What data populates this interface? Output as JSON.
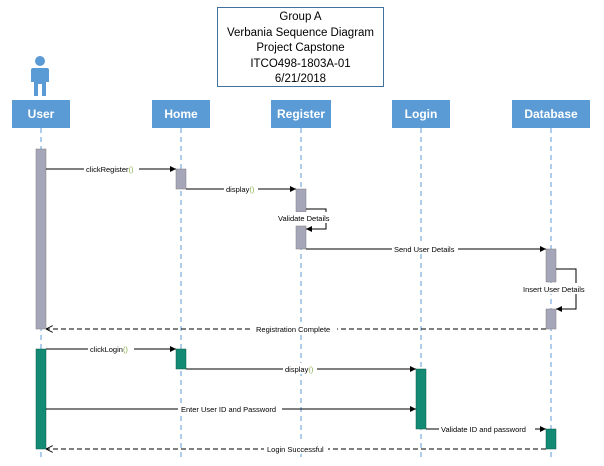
{
  "title": {
    "lines": [
      "Group A",
      "Verbania Sequence Diagram",
      "Project Capstone",
      "ITCO498-1803A-01",
      "6/21/2018"
    ]
  },
  "lifelines": [
    {
      "id": "user",
      "label": "User"
    },
    {
      "id": "home",
      "label": "Home"
    },
    {
      "id": "register",
      "label": "Register"
    },
    {
      "id": "login",
      "label": "Login"
    },
    {
      "id": "database",
      "label": "Database"
    }
  ],
  "messages": [
    {
      "id": "click-register",
      "label_name": "clickRegister",
      "label_suffix": "()",
      "from": "user",
      "to": "home",
      "style": "solid"
    },
    {
      "id": "display-register",
      "label_name": "display",
      "label_suffix": "()",
      "from": "home",
      "to": "register",
      "style": "solid"
    },
    {
      "id": "validate-details",
      "label_name": "Validate Details",
      "label_suffix": "",
      "from": "register",
      "to": "register",
      "style": "self"
    },
    {
      "id": "send-user-details",
      "label_name": "Send User Details",
      "label_suffix": "",
      "from": "register",
      "to": "database",
      "style": "solid"
    },
    {
      "id": "insert-user-details",
      "label_name": "Insert User Details",
      "label_suffix": "",
      "from": "database",
      "to": "database",
      "style": "self"
    },
    {
      "id": "registration-complete",
      "label_name": "Registration Complete",
      "label_suffix": "",
      "from": "database",
      "to": "user",
      "style": "dashed"
    },
    {
      "id": "click-login",
      "label_name": "clickLogin",
      "label_suffix": "()",
      "from": "user",
      "to": "home",
      "style": "solid"
    },
    {
      "id": "display-login",
      "label_name": "display",
      "label_suffix": "()",
      "from": "home",
      "to": "login",
      "style": "solid"
    },
    {
      "id": "enter-credentials",
      "label_name": "Enter User ID and Password",
      "label_suffix": "",
      "from": "user",
      "to": "login",
      "style": "solid"
    },
    {
      "id": "validate-id-password",
      "label_name": "Validate ID and password",
      "label_suffix": "",
      "from": "login",
      "to": "database",
      "style": "solid"
    },
    {
      "id": "login-successful",
      "label_name": "Login Successful",
      "label_suffix": "",
      "from": "database",
      "to": "user",
      "style": "dashed"
    }
  ],
  "colors": {
    "lifeline_head": "#5b9bd5",
    "lifeline_dash": "#5b9bd5",
    "activation_registration": "#a6a6b9",
    "activation_login": "#138a73",
    "paren_accent": "#8bb04b",
    "actor": "#5b9bd5"
  }
}
